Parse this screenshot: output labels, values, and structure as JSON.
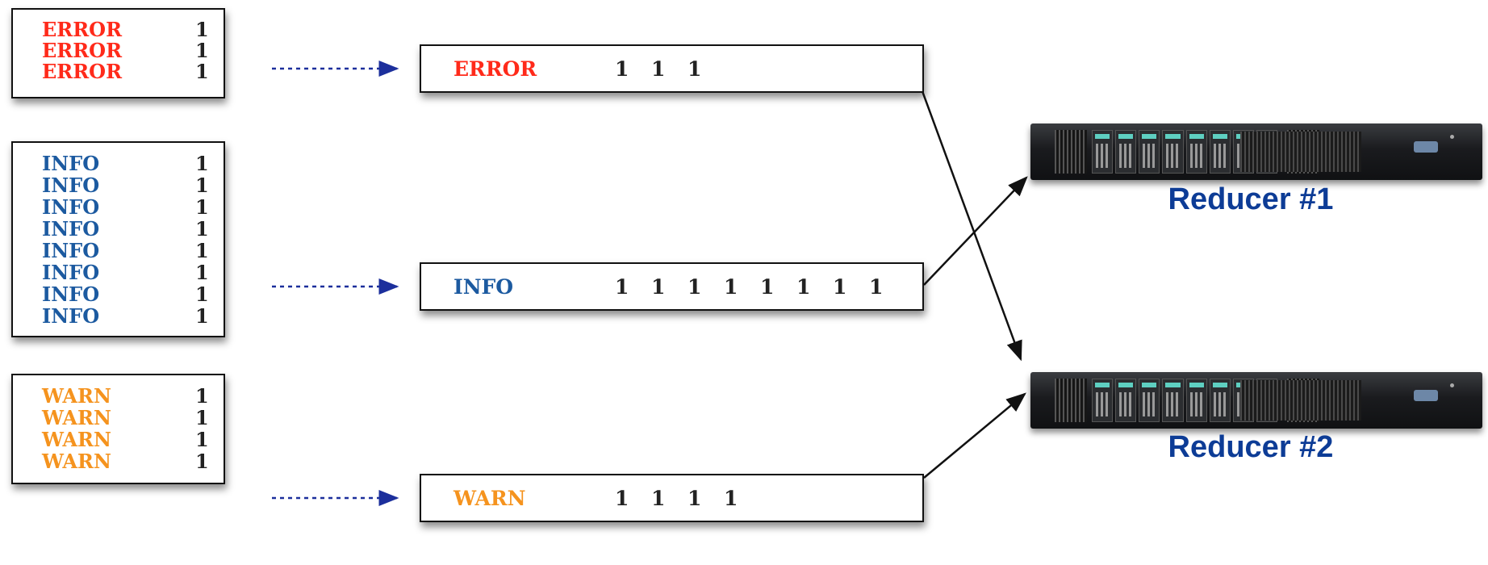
{
  "colors": {
    "error": "#ff2a1a",
    "info": "#1c5aa0",
    "warn": "#f5931e",
    "reducer_label": "#0d3c96",
    "connector": "#111111",
    "dotted_arrow": "#1c2f9c"
  },
  "mapper_outputs": [
    {
      "key": "ERROR",
      "rows": [
        {
          "key": "ERROR",
          "value": "1"
        },
        {
          "key": "ERROR",
          "value": "1"
        },
        {
          "key": "ERROR",
          "value": "1"
        }
      ]
    },
    {
      "key": "INFO",
      "rows": [
        {
          "key": "INFO",
          "value": "1"
        },
        {
          "key": "INFO",
          "value": "1"
        },
        {
          "key": "INFO",
          "value": "1"
        },
        {
          "key": "INFO",
          "value": "1"
        },
        {
          "key": "INFO",
          "value": "1"
        },
        {
          "key": "INFO",
          "value": "1"
        },
        {
          "key": "INFO",
          "value": "1"
        },
        {
          "key": "INFO",
          "value": "1"
        }
      ]
    },
    {
      "key": "WARN",
      "rows": [
        {
          "key": "WARN",
          "value": "1"
        },
        {
          "key": "WARN",
          "value": "1"
        },
        {
          "key": "WARN",
          "value": "1"
        },
        {
          "key": "WARN",
          "value": "1"
        }
      ]
    }
  ],
  "grouped": [
    {
      "key": "ERROR",
      "values": [
        "1",
        "1",
        "1"
      ]
    },
    {
      "key": "INFO",
      "values": [
        "1",
        "1",
        "1",
        "1",
        "1",
        "1",
        "1",
        "1"
      ]
    },
    {
      "key": "WARN",
      "values": [
        "1",
        "1",
        "1",
        "1"
      ]
    }
  ],
  "reducers": [
    {
      "label": "Reducer #1"
    },
    {
      "label": "Reducer #2"
    }
  ]
}
